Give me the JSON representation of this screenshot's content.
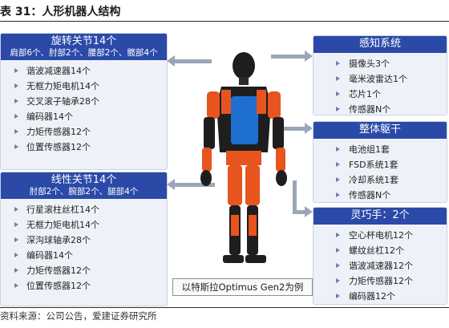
{
  "title": "表 31：人形机器人结构",
  "left_panels": [
    {
      "title": "旋转关节14个",
      "subtitle": "肩部6个、肘部2个、腰部2个、髋部4个",
      "items": [
        "谐波减速器14个",
        "无框力矩电机14个",
        "交叉滚子轴承28个",
        "编码器14个",
        "力矩传感器12个",
        "位置传感器12个"
      ]
    },
    {
      "title": "线性关节14个",
      "subtitle": "肘部2个、腕部2个、腿部4个",
      "items": [
        "行星滚柱丝杠14个",
        "无框力矩电机14个",
        "深沟球轴承28个",
        "编码器14个",
        "力矩传感器12个",
        "位置传感器12个"
      ]
    }
  ],
  "right_panels": [
    {
      "title": "感知系统",
      "items": [
        "摄像头3个",
        "毫米波雷达1个",
        "芯片1个",
        "传感器N个"
      ]
    },
    {
      "title": "整体躯干",
      "items": [
        "电池组1套",
        "FSD系统1套",
        "冷却系统1套",
        "传感器N个"
      ]
    },
    {
      "title": "灵巧手：2个",
      "items": [
        "空心杯电机12个",
        "螺纹丝杠12个",
        "谐波减速器12个",
        "力矩传感器12个",
        "编码器12个"
      ]
    }
  ],
  "caption": "以特斯拉Optimus Gen2为例",
  "source": "资料来源：公司公告，爱建证券研究所",
  "colors": {
    "header_blue": "#2b4aa8",
    "panel_bg": "#eef2f8",
    "arrow_gray": "#9aa6b8",
    "robot_orange": "#e8541e",
    "robot_blue": "#1f6fd1",
    "robot_black": "#1e1e1e"
  }
}
